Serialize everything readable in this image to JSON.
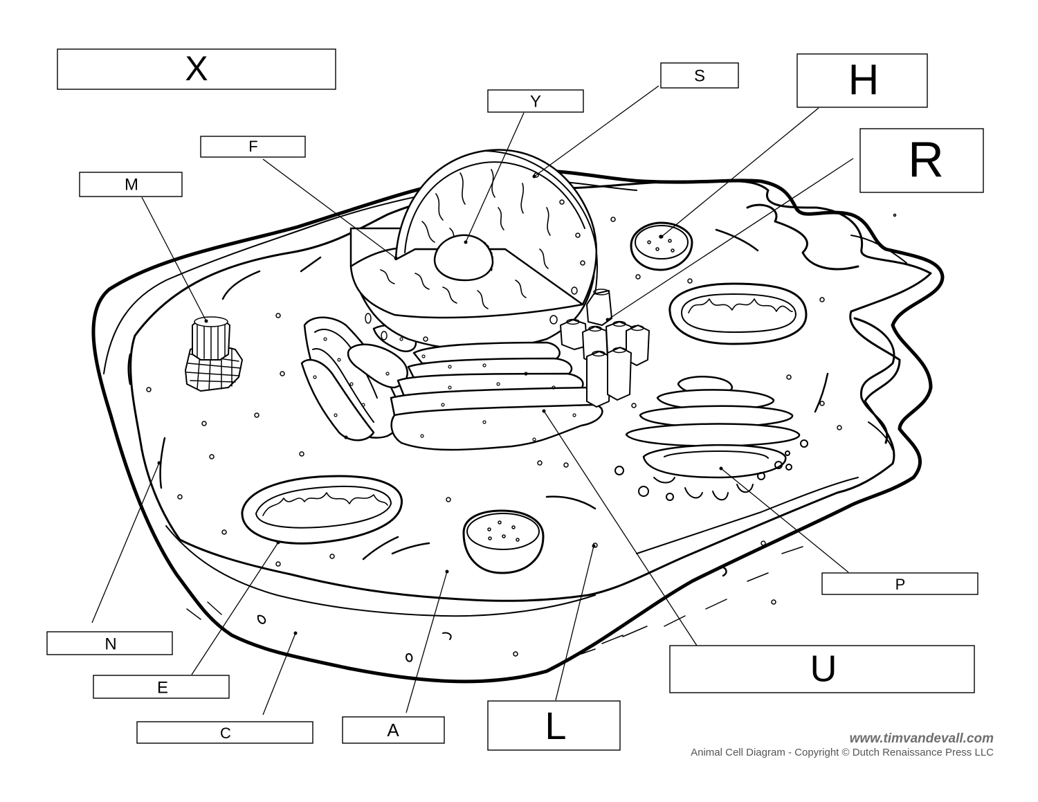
{
  "labels": {
    "X": "X",
    "S": "S",
    "H": "H",
    "Y": "Y",
    "R": "R",
    "F": "F",
    "M": "M",
    "N": "N",
    "E": "E",
    "C": "C",
    "A": "A",
    "L": "L",
    "U": "U",
    "P": "P"
  },
  "footer": {
    "website": "www.timvandevall.com",
    "copyright": "Animal Cell Diagram - Copyright © Dutch Renaissance Press LLC"
  }
}
